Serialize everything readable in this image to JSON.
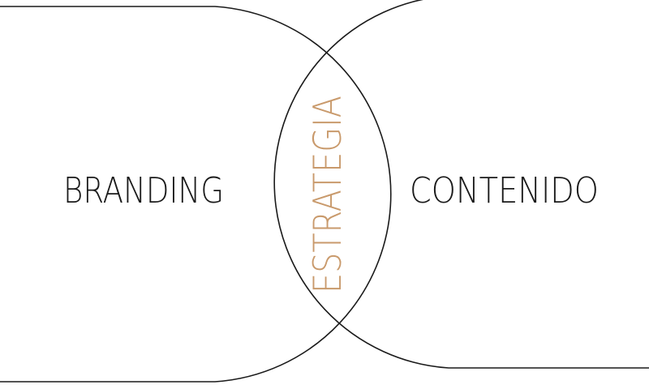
{
  "diagram": {
    "left_label": "BRANDING",
    "right_label": "CONTENIDO",
    "intersection_label": "ESTRATEGIA",
    "colors": {
      "outline": "#1a1a1a",
      "text": "#1a1a1a",
      "accent": "#c99a6c"
    }
  }
}
